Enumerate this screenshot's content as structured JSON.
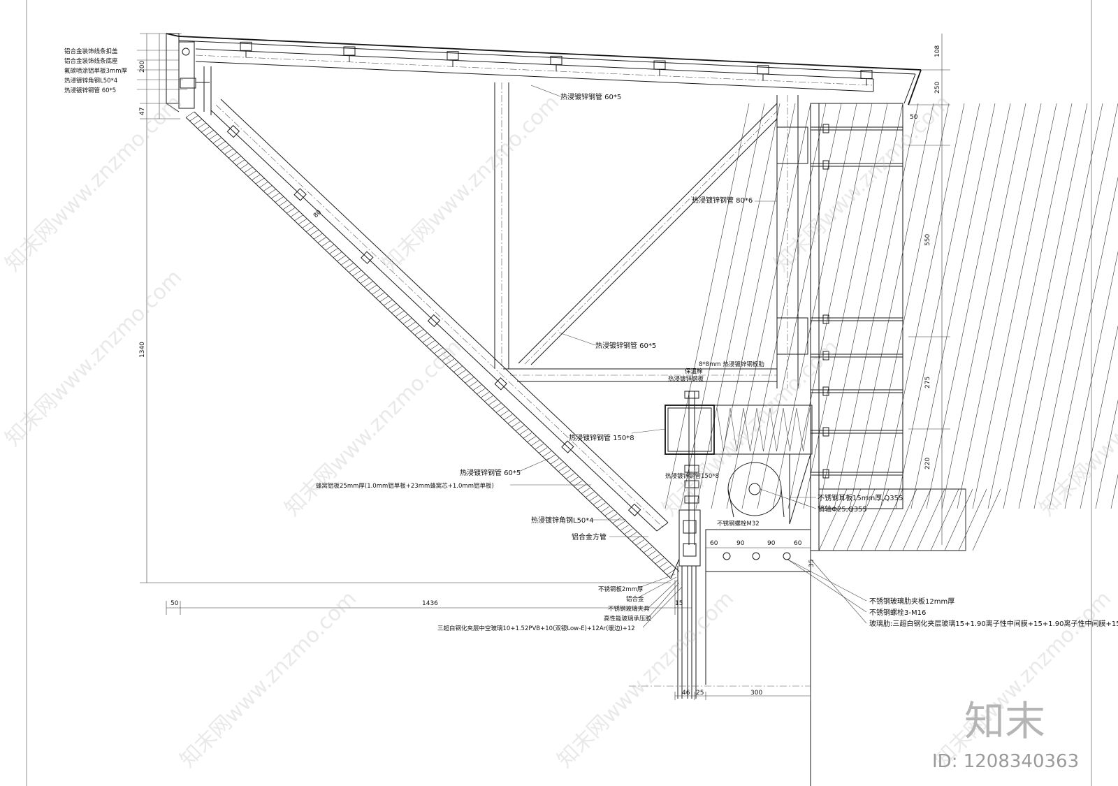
{
  "labels_left": [
    "铝合金装饰线条扣盖",
    "铝合金装饰线条底座",
    "氟碳喷涂铝单板3mm厚",
    "热浸镀锌角钢L50*4",
    "热浸镀锌钢管 60*5"
  ],
  "labels_frame": {
    "top_chord": "热浸镀锌钢管 60*5",
    "vertical_post": "热浸镀锌钢管 80*6",
    "diagonal": "热浸镀锌钢管 60*5",
    "rib_plate": "8*8mm 热浸镀锌钢板肋",
    "insulation": "保温棉",
    "steel_plate": "热浸镀锌钢板",
    "tube_150": "热浸镀锌钢管 150*8"
  },
  "labels_slope": [
    "热浸镀锌钢管 60*5",
    "蜂窝铝板25mm厚(1.0mm铝单板+23mm蜂窝芯+1.0mm铝单板)",
    "热浸镀锌角钢L50*4",
    "铝合金方管"
  ],
  "labels_connection": [
    "热浸镀锌钢管150*8",
    "不锈钢耳板15mm厚,Q355",
    "销轴Φ25,Q355",
    "不锈钢螺栓M32"
  ],
  "labels_bottom": [
    "不锈钢板2mm厚",
    "铝合金",
    "不锈钢玻璃夹具",
    "高性能玻璃承压胶",
    "三超白钢化夹层中空玻璃10+1.52PVB+10(双银Low-E)+12Ar(暖边)+12"
  ],
  "labels_bottom_right": [
    "不锈钢玻璃肋夹板12mm厚",
    "不锈钢螺栓3-M16",
    "玻璃肋:三超白钢化夹层玻璃15+1.90离子性中间膜+15+1.90离子性中间膜+15"
  ],
  "dims": {
    "right_top": "108",
    "right_250": "250",
    "right_550": "550",
    "right_275": "275",
    "right_220": "220",
    "left_200": "200",
    "left_47": "47",
    "left_1340": "1340",
    "bottom_50": "50",
    "bottom_1436": "1436",
    "bottom_15": "15",
    "bottom_46": "46",
    "bottom_25": "25",
    "bottom_300": "300",
    "plate_60a": "60",
    "plate_90a": "90",
    "plate_90b": "90",
    "plate_60b": "60",
    "plate_35": "35",
    "bracket_50": "50",
    "slope_80": "80"
  },
  "watermark": {
    "text": "知末网www.znzmo.com",
    "brand": "知末",
    "id": "ID: 1208340363"
  }
}
